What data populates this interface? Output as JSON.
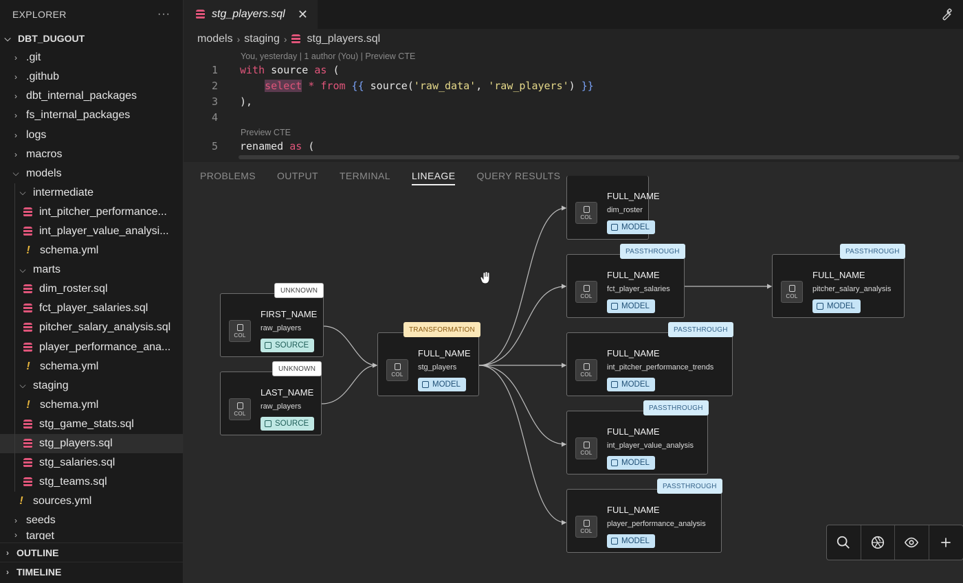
{
  "explorer": {
    "title": "EXPLORER",
    "more": "···",
    "root": "DBT_DUGOUT",
    "items": [
      {
        "label": ".git"
      },
      {
        "label": ".github"
      },
      {
        "label": "dbt_internal_packages"
      },
      {
        "label": "fs_internal_packages"
      },
      {
        "label": "logs"
      },
      {
        "label": "macros"
      },
      {
        "label": "models"
      },
      {
        "label": "intermediate"
      },
      {
        "label": "int_pitcher_performance..."
      },
      {
        "label": "int_player_value_analysi..."
      },
      {
        "label": "schema.yml"
      },
      {
        "label": "marts"
      },
      {
        "label": "dim_roster.sql"
      },
      {
        "label": "fct_player_salaries.sql"
      },
      {
        "label": "pitcher_salary_analysis.sql"
      },
      {
        "label": "player_performance_ana..."
      },
      {
        "label": "schema.yml"
      },
      {
        "label": "staging"
      },
      {
        "label": "schema.yml"
      },
      {
        "label": "stg_game_stats.sql"
      },
      {
        "label": "stg_players.sql"
      },
      {
        "label": "stg_salaries.sql"
      },
      {
        "label": "stg_teams.sql"
      },
      {
        "label": "sources.yml"
      },
      {
        "label": "seeds"
      },
      {
        "label": "target"
      }
    ],
    "outline": "OUTLINE",
    "timeline": "TIMELINE"
  },
  "tab": {
    "label": "stg_players.sql",
    "close": "✕"
  },
  "breadcrumb": {
    "a": "models",
    "b": "staging",
    "c": "stg_players.sql"
  },
  "editor": {
    "lens1": "You, yesterday | 1 author (You) | Preview CTE",
    "lens2": "Preview CTE",
    "lines": [
      {
        "n": "1",
        "t1": "with",
        "t2": " source ",
        "t3": "as",
        "t4": " ("
      },
      {
        "n": "2",
        "indent": "    ",
        "kw": "select",
        "star": " * ",
        "from": "from",
        "b1": " {{",
        "fn": " source(",
        "s1": "'raw_data'",
        "comma": ", ",
        "s2": "'raw_players'",
        "close": ")",
        "b2": " }}"
      },
      {
        "n": "3",
        "t": "),"
      },
      {
        "n": "4",
        "t": ""
      },
      {
        "n": "5",
        "t1": "renamed",
        "t2": " as",
        "t3": " ("
      }
    ]
  },
  "panel": {
    "tabs": [
      "PROBLEMS",
      "OUTPUT",
      "TERMINAL",
      "LINEAGE",
      "QUERY RESULTS"
    ]
  },
  "lineage": {
    "col_label": "COL",
    "nodes": {
      "first": {
        "name": "FIRST_NAME",
        "sub": "raw_players",
        "pill": "SOURCE",
        "badge": "UNKNOWN"
      },
      "last": {
        "name": "LAST_NAME",
        "sub": "raw_players",
        "pill": "SOURCE",
        "badge": "UNKNOWN"
      },
      "stg": {
        "name": "FULL_NAME",
        "sub": "stg_players",
        "pill": "MODEL",
        "badge": "TRANSFORMATION"
      },
      "dim": {
        "name": "FULL_NAME",
        "sub": "dim_roster",
        "pill": "MODEL"
      },
      "fct": {
        "name": "FULL_NAME",
        "sub": "fct_player_salaries",
        "pill": "MODEL",
        "badge": "PASSTHROUGH"
      },
      "pitcher": {
        "name": "FULL_NAME",
        "sub": "pitcher_salary_analysis",
        "pill": "MODEL",
        "badge": "PASSTHROUGH"
      },
      "intpitch": {
        "name": "FULL_NAME",
        "sub": "int_pitcher_performance_trends",
        "pill": "MODEL",
        "badge": "PASSTHROUGH"
      },
      "intvalue": {
        "name": "FULL_NAME",
        "sub": "int_player_value_analysis",
        "pill": "MODEL",
        "badge": "PASSTHROUGH"
      },
      "perf": {
        "name": "FULL_NAME",
        "sub": "player_performance_analysis",
        "pill": "MODEL",
        "badge": "PASSTHROUGH"
      }
    }
  },
  "zoom": {
    "buttons": [
      "search-icon",
      "aperture-icon",
      "eye-icon",
      "plus-icon"
    ]
  }
}
